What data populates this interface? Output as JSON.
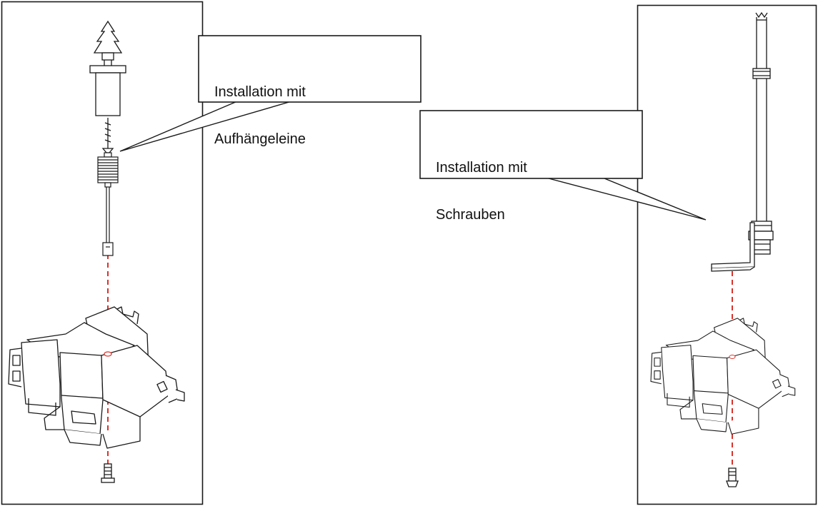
{
  "diagram": {
    "panels": [
      {
        "id": "left",
        "callout_lines": [
          "Installation mit",
          "Aufhängeleine"
        ],
        "method": "suspension-cable"
      },
      {
        "id": "right",
        "callout_lines": [
          "Installation mit",
          "Schrauben"
        ],
        "method": "threaded-rod"
      }
    ],
    "colors": {
      "line": "#1a1a1a",
      "axis": "#d9332b",
      "background": "#ffffff"
    }
  }
}
